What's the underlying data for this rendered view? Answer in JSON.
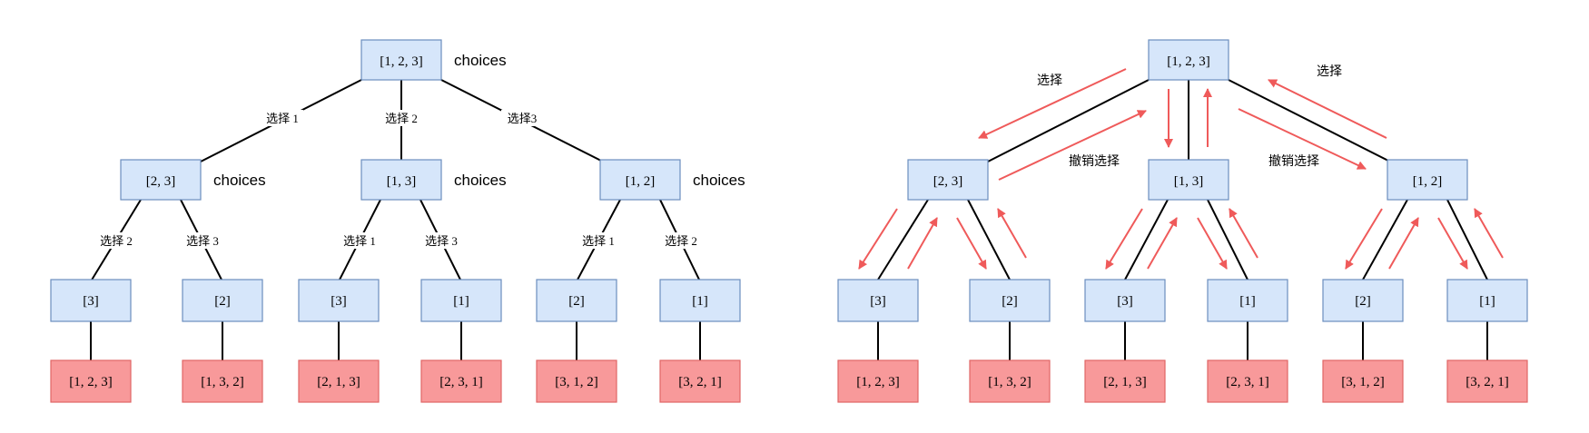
{
  "colors": {
    "node_fill": "#d6e6fa",
    "node_stroke": "#6c8ebf",
    "leaf_fill": "#f8999a",
    "leaf_stroke": "#e06666",
    "edge": "#000000",
    "arrow": "#ef5a5a"
  },
  "left_tree": {
    "root": "[1, 2, 3]",
    "root_annotation": "choices",
    "level1": [
      {
        "label": "[2, 3]",
        "annotation": "choices",
        "edge_label": "选择 1"
      },
      {
        "label": "[1, 3]",
        "annotation": "choices",
        "edge_label": "选择 2"
      },
      {
        "label": "[1, 2]",
        "annotation": "choices",
        "edge_label": "选择3"
      }
    ],
    "level2": [
      {
        "label": "[3]",
        "edge_label": "选择 2"
      },
      {
        "label": "[2]",
        "edge_label": "选择 3"
      },
      {
        "label": "[3]",
        "edge_label": "选择 1"
      },
      {
        "label": "[1]",
        "edge_label": "选择 3"
      },
      {
        "label": "[2]",
        "edge_label": "选择 1"
      },
      {
        "label": "[1]",
        "edge_label": "选择 2"
      }
    ],
    "leaves": [
      "[1, 2, 3]",
      "[1, 3, 2]",
      "[2, 1, 3]",
      "[2, 3, 1]",
      "[3, 1, 2]",
      "[3, 2, 1]"
    ]
  },
  "right_tree": {
    "root": "[1, 2, 3]",
    "level1": [
      "[2, 3]",
      "[1, 3]",
      "[1, 2]"
    ],
    "level2": [
      "[3]",
      "[2]",
      "[3]",
      "[1]",
      "[2]",
      "[1]"
    ],
    "leaves": [
      "[1, 2, 3]",
      "[1, 3, 2]",
      "[2, 1, 3]",
      "[2, 3, 1]",
      "[3, 1, 2]",
      "[3, 2, 1]"
    ],
    "annotations": {
      "choose_left": "选择",
      "choose_right": "选择",
      "undo_left": "撤销选择",
      "undo_right": "撤销选择"
    }
  }
}
